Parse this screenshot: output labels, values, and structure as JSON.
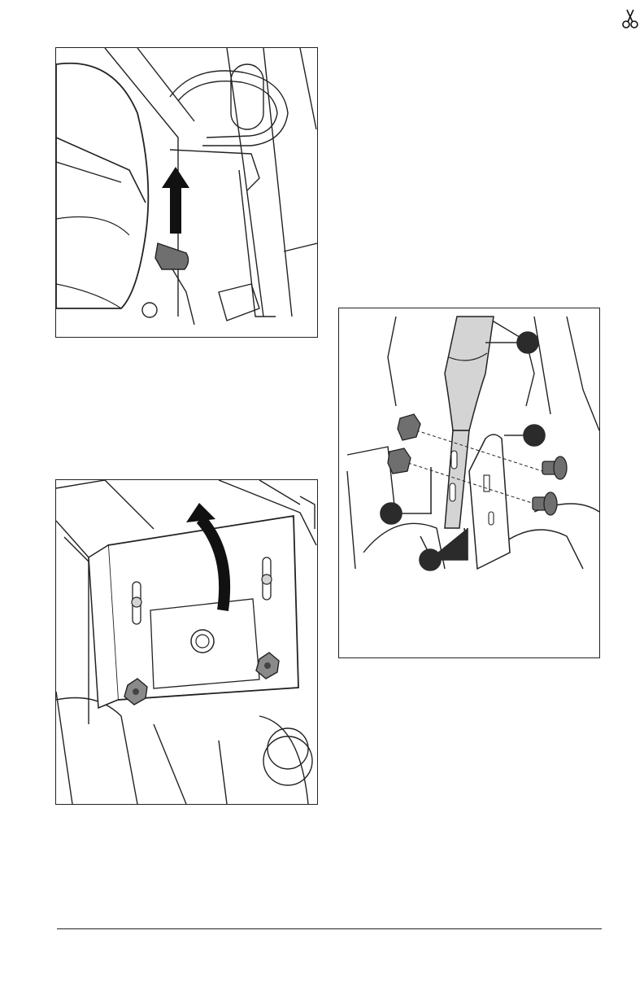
{
  "page": {
    "cut_mark": "scissors-icon",
    "figures": [
      {
        "id": "figure-1",
        "depicts": "seat-lever-lift",
        "callouts": []
      },
      {
        "id": "figure-2",
        "depicts": "panel-rotate-up",
        "callouts": []
      },
      {
        "id": "figure-3",
        "depicts": "handle-bolt-assembly",
        "callouts": [
          "",
          "",
          "",
          ""
        ]
      }
    ],
    "colors": {
      "ink": "#222222",
      "fill_dark": "#6f6f6f",
      "fill_light": "#d4d4d4",
      "callout": "#2b2b2b"
    }
  }
}
